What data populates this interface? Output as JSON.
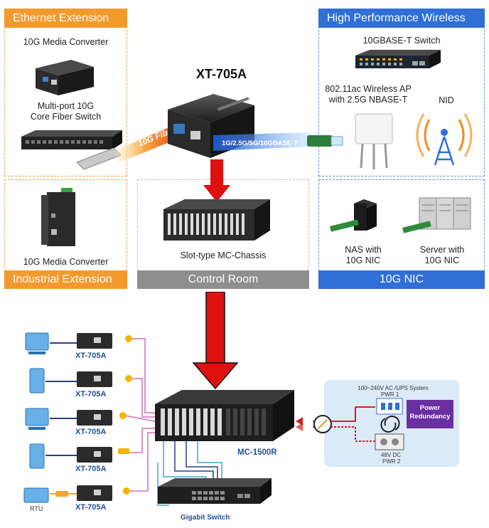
{
  "panels": {
    "ethernet_extension": "Ethernet Extension",
    "industrial_extension": "Industrial Extension",
    "control_room": "Control Room",
    "high_performance_wireless": "High Performance Wireless",
    "nic": "10G NIC"
  },
  "labels": {
    "media_converter_top": "10G Media Converter",
    "core_switch": "Multi-port 10G\nCore Fiber Switch",
    "media_converter_bottom": "10G Media Converter",
    "product_title": "XT-705A",
    "fiber_label": "10G Fiber",
    "copper_label": "1G/2.5G/5G/10GBASE-T",
    "chassis": "Slot-type MC-Chassis",
    "switch_10gbaset": "10GBASE-T Switch",
    "wireless_ap": "802.11ac Wireless AP\nwith 2.5G NBASE-T",
    "nid": "NID",
    "nas": "NAS with\n10G NIC",
    "server": "Server with\n10G NIC"
  },
  "bottom": {
    "converters": [
      "XT-705A",
      "XT-705A",
      "XT-705A",
      "XT-705A",
      "XT-705A"
    ],
    "rtu": "RTU",
    "chassis_label": "MC-1500R",
    "gigabit_switch": "Gigabit Switch",
    "power_system": "100~240V AC /UPS System",
    "pwr1": "PWR 1",
    "power_redundancy": "Power\nRedundancy",
    "dc": "48V DC",
    "pwr2": "PWR 2"
  },
  "colors": {
    "orange": "#f39a2e",
    "blue": "#2f6fd6",
    "gray": "#8e8e8e",
    "arrow_red": "#e01010",
    "power_purple": "#6a2fa0"
  }
}
